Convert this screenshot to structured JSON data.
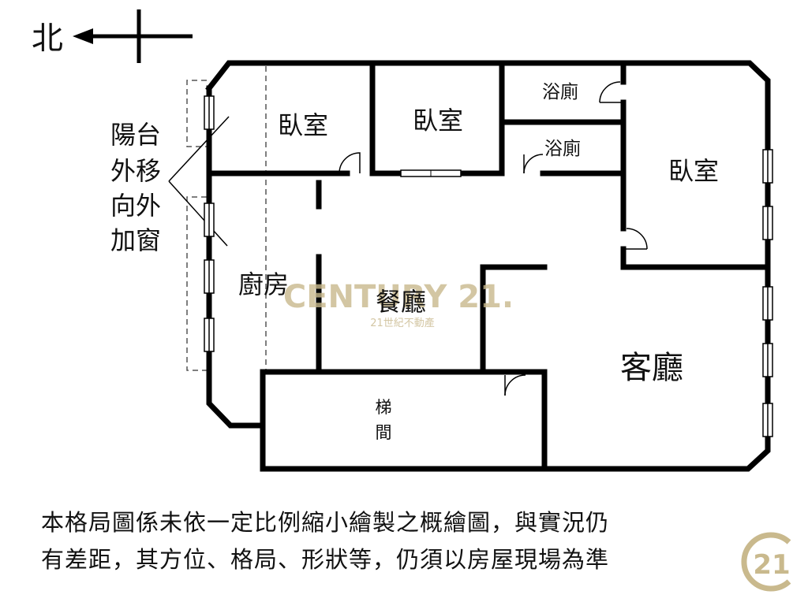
{
  "compass": {
    "label": "北"
  },
  "rooms": {
    "bedroom_1": "臥室",
    "bedroom_2": "臥室",
    "bedroom_3": "臥室",
    "bathroom_1": "浴廁",
    "bathroom_2": "浴廁",
    "kitchen": "廚房",
    "dining": "餐廳",
    "living": "客廳",
    "stairwell_line1": "梯",
    "stairwell_line2": "間"
  },
  "balcony_note": [
    "陽台",
    "外移",
    "向外",
    "加窗"
  ],
  "watermark": {
    "brand": "CENTURY 21.",
    "sub": "21世紀不動產",
    "logo": "21"
  },
  "disclaimer": {
    "line1": "本格局圖係未依一定比例縮小繪製之概繪圖，與實況仍",
    "line2": "有差距，其方位、格局、形狀等，仍須以房屋現場為準"
  },
  "colors": {
    "wall": "#000000",
    "watermark": "#c9b98d",
    "dash": "#555555"
  }
}
